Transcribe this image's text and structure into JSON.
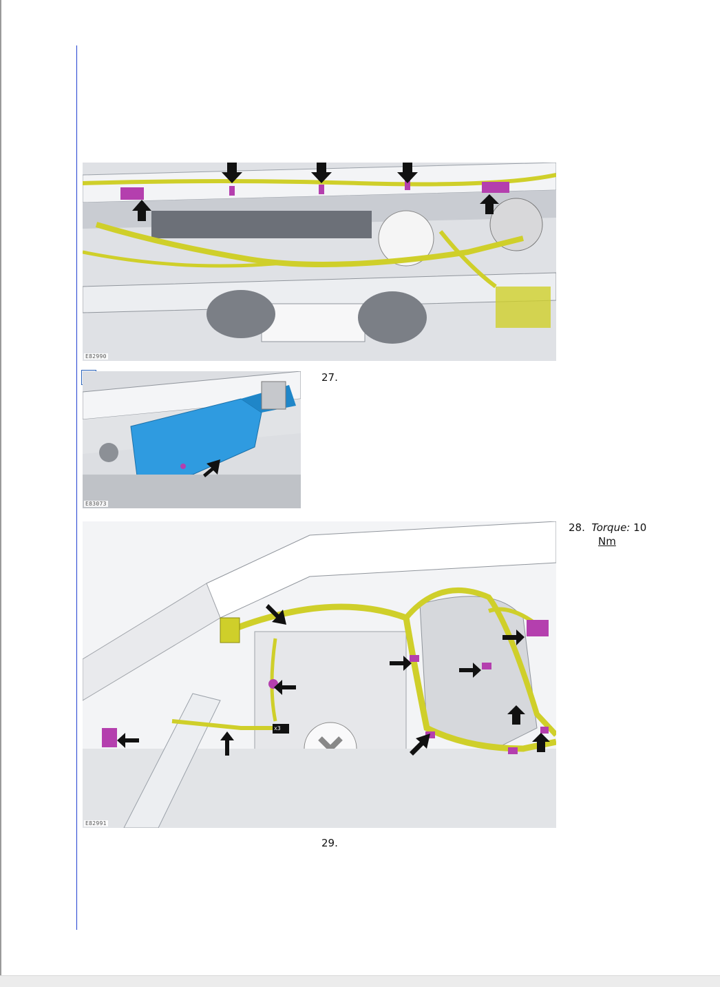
{
  "figures": {
    "fig1": {
      "label": "E82990",
      "arrow_icon": "black-arrow-icon"
    },
    "fig2": {
      "label": "E83073",
      "arrow_icon": "black-arrow-icon"
    },
    "fig3": {
      "label": "E82991",
      "multiplier_badge": "x3",
      "arrow_icon": "black-arrow-icon"
    }
  },
  "zoom_icon": "zoom-in-icon",
  "steps": {
    "step27": {
      "number": "27."
    },
    "step28": {
      "number": "28.",
      "torque_label": "Torque:",
      "torque_value": "10",
      "torque_unit": "Nm"
    },
    "step29": {
      "number": "29."
    }
  },
  "colors": {
    "harness": "#cfcf2a",
    "clip": "#b43fae",
    "module": "#2f9be0",
    "rule": "#1f3fd0"
  }
}
